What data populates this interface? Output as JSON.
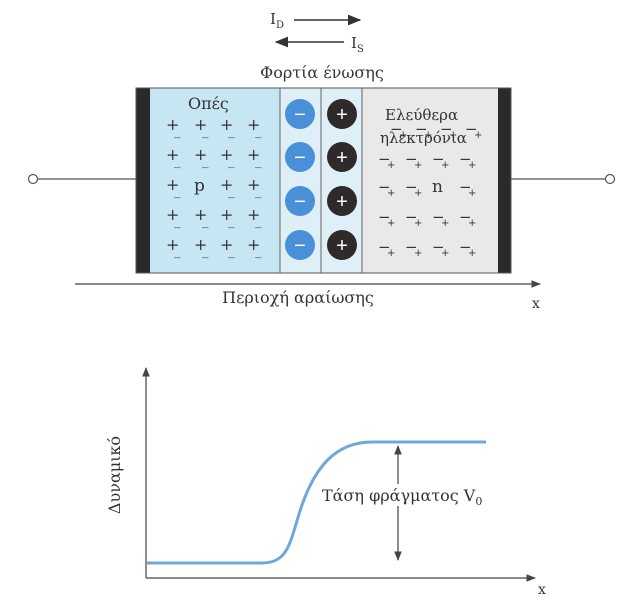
{
  "currents": {
    "diffusion_main": "I",
    "diffusion_sub": "D",
    "drift_main": "I",
    "drift_sub": "S"
  },
  "junction_charges_label": "Φορτία ένωσης",
  "p_region": {
    "title": "Οπές",
    "type_letter": "p",
    "carrier_glyph": "+",
    "acceptor_glyph": "_"
  },
  "n_region": {
    "title_line1": "Ελεύθερα",
    "title_line2": "ηλεκτρόνια",
    "type_letter": "n",
    "carrier_glyph": "−",
    "donor_glyph": "+"
  },
  "depletion": {
    "label": "Περιοχή αραίωσης",
    "negative_ion": "−",
    "positive_ion": "+"
  },
  "axis_top_label": "x",
  "potential_plot": {
    "ylabel": "Δυναμικό",
    "xlabel": "x",
    "barrier_label": "Τάση φράγματος V",
    "barrier_sub": "0"
  },
  "colors": {
    "p_fill": "#c6e6f4",
    "n_fill": "#e9e9e9",
    "contact": "#2a2a2a",
    "neg_ion": "#4a90d9",
    "pos_ion": "#2f2a2a",
    "curve": "#6fa8d8",
    "line": "#444444"
  }
}
